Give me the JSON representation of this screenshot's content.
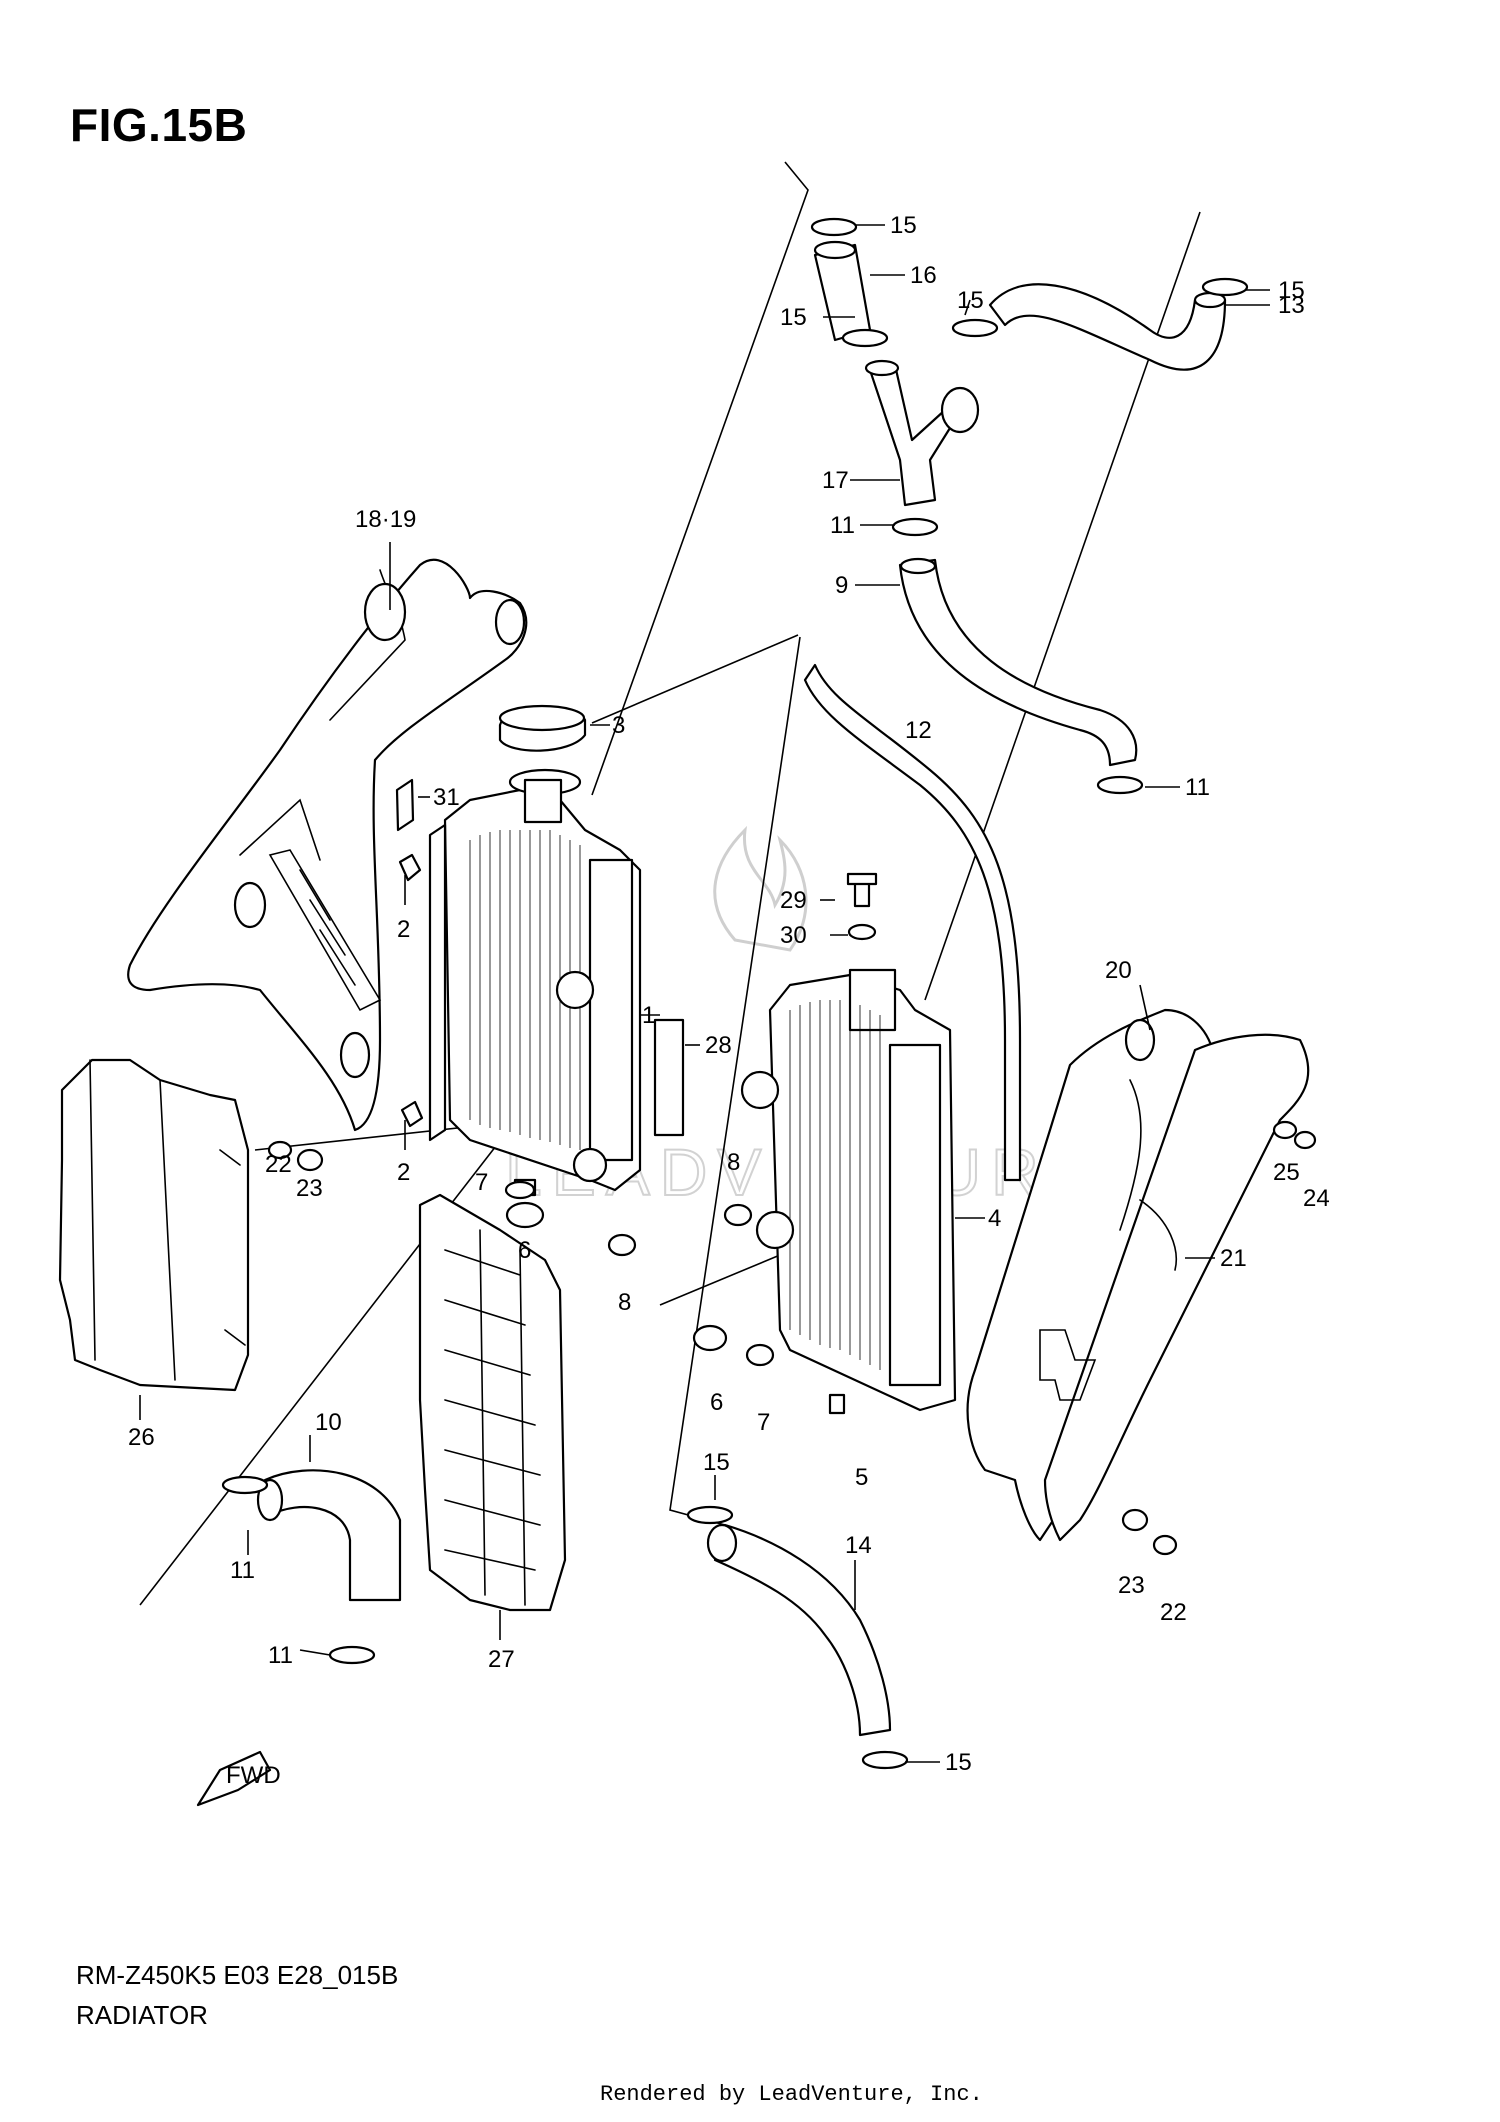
{
  "figure": {
    "title": "FIG.15B",
    "model_code": "RM-Z450K5 E03 E28_015B",
    "caption": "RADIATOR",
    "credit": "Rendered by LeadVenture, Inc.",
    "watermark": "LEADVENTURE",
    "fwd_label": "FWD"
  },
  "callouts": {
    "c1": "1",
    "c2a": "2",
    "c2b": "2",
    "c3": "3",
    "c4": "4",
    "c5": "5",
    "c6a": "6",
    "c6b": "6",
    "c7a": "7",
    "c7b": "7",
    "c8a": "8",
    "c8b": "8",
    "c9": "9",
    "c10": "10",
    "c11a": "11",
    "c11b": "11",
    "c11c": "11",
    "c11d": "11",
    "c12": "12",
    "c13": "13",
    "c14": "14",
    "c15a": "15",
    "c15b": "15",
    "c15c": "15",
    "c15d": "15",
    "c15e": "15",
    "c15f": "15",
    "c16": "16",
    "c17": "17",
    "c18_19": "18·19",
    "c20": "20",
    "c21": "21",
    "c22a": "22",
    "c22b": "22",
    "c23a": "23",
    "c23b": "23",
    "c24": "24",
    "c25": "25",
    "c26": "26",
    "c27": "27",
    "c28": "28",
    "c29": "29",
    "c30": "30",
    "c31": "31"
  },
  "colors": {
    "line": "#000000",
    "background": "#ffffff",
    "watermark": "#d2d2d2"
  }
}
